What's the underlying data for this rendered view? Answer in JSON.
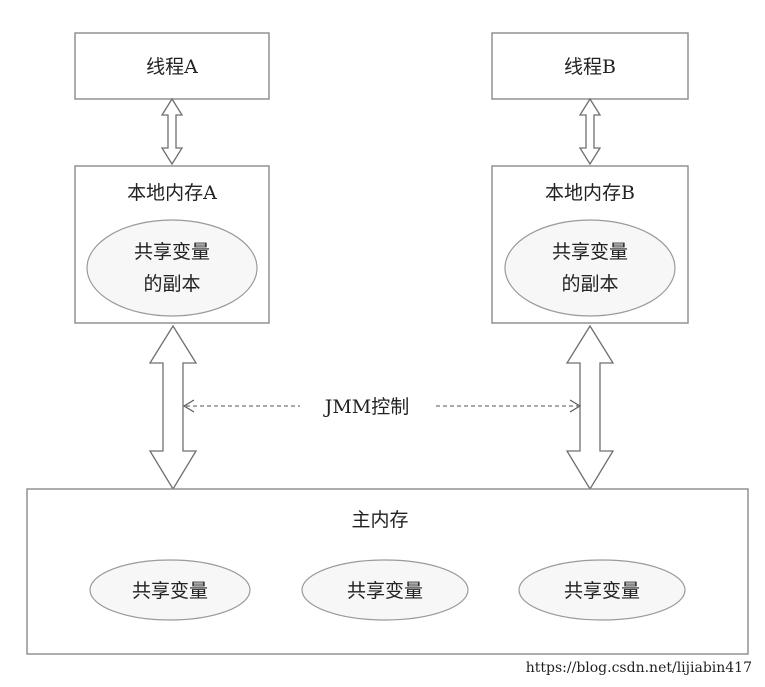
{
  "thread_a": {
    "label": "线程A",
    "memory": {
      "label": "本地内存A",
      "copy_line1": "共享变量",
      "copy_line2": "的副本"
    }
  },
  "thread_b": {
    "label": "线程B",
    "memory": {
      "label": "本地内存B",
      "copy_line1": "共享变量",
      "copy_line2": "的副本"
    }
  },
  "jmm_control": "JMM控制",
  "main_memory": {
    "label": "主内存",
    "variables": [
      "共享变量",
      "共享变量",
      "共享变量"
    ]
  },
  "watermark": "https://blog.csdn.net/lijiabin417"
}
